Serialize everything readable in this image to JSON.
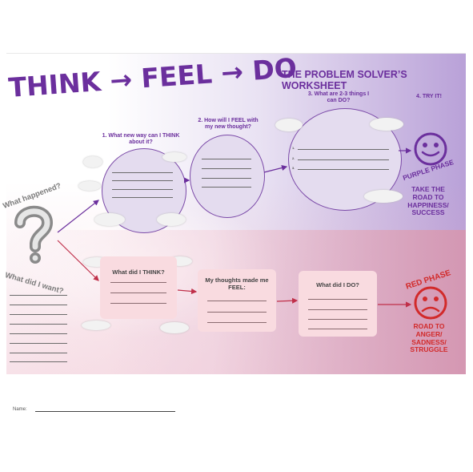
{
  "title": "THINK → FEEL → DO",
  "subtitle": "THE PROBLEM SOLVER’S WORKSHEET",
  "left": {
    "happened": "What happened?",
    "wanted": "What did I want?"
  },
  "purple_steps": {
    "step1": "1. What new way can I THINK about it?",
    "step2": "2. How will I FEEL with my new thought?",
    "step3": "3. What are 2-3 things I can DO?",
    "step4": "4. TRY IT!",
    "list_numbers": [
      "1.",
      "2.",
      "3."
    ]
  },
  "red_steps": {
    "think": "What did I THINK?",
    "feel": "My thoughts made me FEEL:",
    "do": "What did I DO?"
  },
  "phases": {
    "purple": "PURPLE PHASE",
    "purple_text": "TAKE THE ROAD TO HAPPINESS/ SUCCESS",
    "red": "RED PHASE",
    "red_text": "ROAD TO ANGER/ SADNESS/ STRUGGLE"
  },
  "name_label": "Name:",
  "colors": {
    "purple": "#6b2f9d",
    "red": "#d22a2a",
    "pink_box": "#f9dbe0",
    "circle_fill": "#e4dcef"
  }
}
